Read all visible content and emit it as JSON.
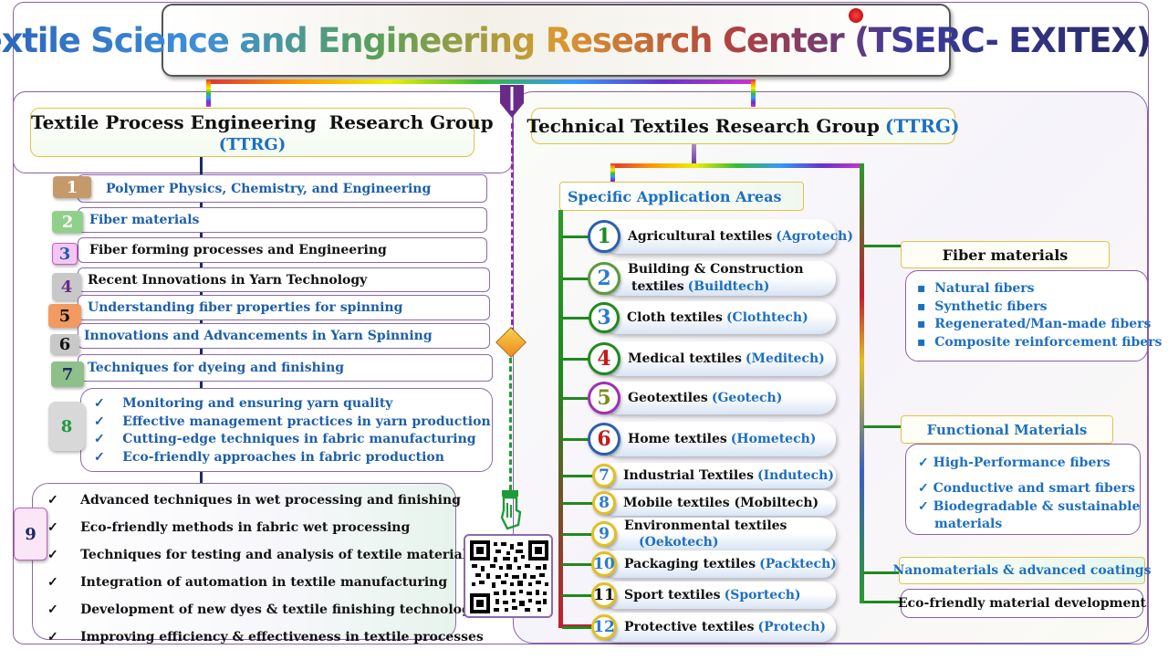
{
  "title": "Textile Science and Engineering Research Center (TSERC- EXITEX)",
  "left_group": {
    "title": "Textile Process Engineering  Research Group",
    "acronym": "(TTRG)",
    "items": [
      {
        "num": "1",
        "label": "Polymer Physics, Chemistry, and Engineering",
        "color": "#c59a6a"
      },
      {
        "num": "2",
        "label": "Fiber materials",
        "color": "#8fd08a"
      },
      {
        "num": "3",
        "label": "Fiber forming processes and Engineering",
        "color": "#f0a0e8"
      },
      {
        "num": "4",
        "label": "Recent Innovations in Yarn Technology",
        "color": "#b8b8b8"
      },
      {
        "num": "5",
        "label": "Understanding fiber properties for spinning",
        "color": "#f29a60"
      },
      {
        "num": "6",
        "label": "Innovations and Advancements in Yarn Spinning",
        "color": "#b8b8b8"
      },
      {
        "num": "7",
        "label": "Techniques for dyeing and finishing",
        "color": "#8fc08a"
      }
    ],
    "item8": {
      "num": "8",
      "checks": [
        "Monitoring and ensuring yarn quality",
        "Effective management practices in yarn production",
        "Cutting-edge techniques in fabric manufacturing",
        "Eco-friendly approaches in fabric production"
      ]
    },
    "item9": {
      "num": "9",
      "checks": [
        "Advanced techniques in wet processing and finishing",
        "Eco-friendly methods in fabric wet processing",
        "Techniques for testing and analysis of textile materials",
        "Integration of automation in textile manufacturing",
        "Development of new dyes & textile finishing technologies",
        "Improving efficiency & effectiveness in textile processes"
      ]
    }
  },
  "right_group": {
    "title": "Technical Textiles Research Group",
    "acronym": "(TTRG)",
    "areas_title": "Specific Application Areas",
    "areas": [
      {
        "num": "1",
        "label": "Agricultural textiles",
        "acr": "(Agrotech)",
        "num_color": "#1e8a1e",
        "ring": "#2a5fb0"
      },
      {
        "num": "2",
        "label": "Building & Construction",
        "label2": "textiles",
        "acr": "(Buildtech)",
        "num_color": "#2a7ad0",
        "ring": "#5a9a3a"
      },
      {
        "num": "3",
        "label": "Cloth textiles",
        "acr": "(Clothtech)",
        "num_color": "#2a7ad0",
        "ring": "#1e8a1e"
      },
      {
        "num": "4",
        "label": "Medical textiles",
        "acr": "(Meditech)",
        "num_color": "#c01c1c",
        "ring": "#1e8a1e"
      },
      {
        "num": "5",
        "label": "Geotextiles",
        "acr": "(Geotech)",
        "num_color": "#7a8a1a",
        "ring": "#a030b0"
      },
      {
        "num": "6",
        "label": "Home textiles",
        "acr": "(Hometech)",
        "num_color": "#c01c1c",
        "ring": "#2a5fb0"
      },
      {
        "num": "7",
        "label": "Industrial Textiles",
        "acr": "(Indutech)",
        "num_color": "#2a7ad0",
        "ring": "#e0c020"
      },
      {
        "num": "8",
        "label": "Mobile textiles (Mobiltech)",
        "acr": "",
        "num_color": "#2a7ad0",
        "ring": "#e0c020"
      },
      {
        "num": "9",
        "label": "Environmental textiles",
        "acr": "(Oekotech)",
        "num_color": "#2a7ad0",
        "ring": "#e0c020"
      },
      {
        "num": "10",
        "label": "Packaging textiles",
        "acr": "(Packtech)",
        "num_color": "#2a7ad0",
        "ring": "#e0c020"
      },
      {
        "num": "11",
        "label": "Sport textiles",
        "acr": "(Sportech)",
        "num_color": "#111111",
        "ring": "#e0c020"
      },
      {
        "num": "12",
        "label": "Protective textiles",
        "acr": "(Protech)",
        "num_color": "#2a7ad0",
        "ring": "#e0c020"
      }
    ],
    "fiber_materials": {
      "title": "Fiber materials",
      "items": [
        "Natural fibers",
        "Synthetic fibers",
        "Regenerated/Man-made fibers",
        "Composite reinforcement fibers"
      ]
    },
    "functional_materials": {
      "title": "Functional Materials",
      "items": [
        "High-Performance fibers",
        "Conductive and smart fibers",
        "Biodegradable & sustainable",
        "materials"
      ]
    },
    "nanomaterials": "Nanomaterials & advanced coatings",
    "eco_dev": "Eco-friendly material development"
  }
}
